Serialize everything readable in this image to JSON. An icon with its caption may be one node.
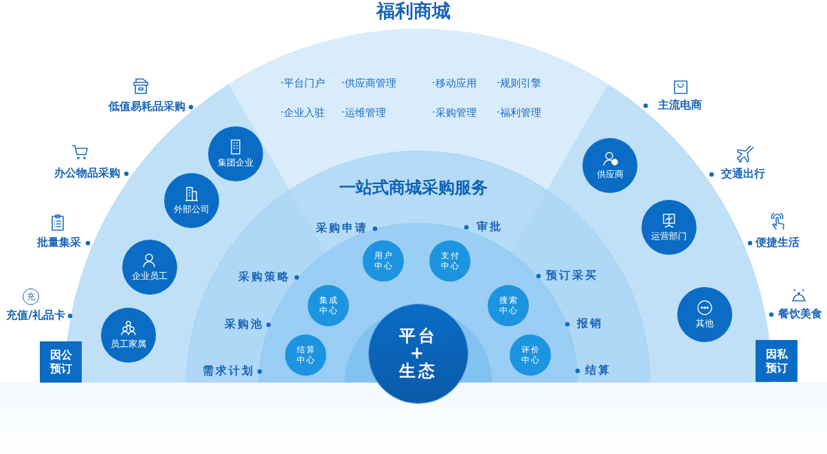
{
  "diagram": {
    "title": "福利商城",
    "nodes": [
      {
        "text": [
          "集团企业"
        ]
      },
      {
        "text": [
          "外部公司"
        ]
      },
      {
        "text": [
          "企业员工"
        ]
      },
      {
        "text": [
          "员工家属"
        ]
      },
      {
        "text": [
          "充"
        ]
      },
      {
        "text": [
          "因公预订"
        ]
      },
      {
        "text": [
          "供应商"
        ]
      },
      {
        "text": [
          "运营部门"
        ]
      },
      {
        "text": [
          "其他"
        ]
      },
      {
        "text": [
          "因私预订"
        ]
      },
      {
        "text": [
          "用户中心"
        ]
      },
      {
        "text": [
          "支付中心"
        ]
      },
      {
        "text": [
          "集成中心"
        ]
      },
      {
        "text": [
          "搜索中心"
        ]
      },
      {
        "text": [
          "结算中心"
        ]
      },
      {
        "text": [
          "评价中心"
        ]
      },
      {
        "text": [
          "平台+生态"
        ]
      }
    ],
    "labels": [
      "·平台门户",
      "·供应商管理",
      "·移动应用",
      "·规则引擎",
      "低值易耗品采购",
      "主流电商",
      "·企业入驻",
      "·运维管理",
      "·采购管理",
      "·福利管理",
      "办公物品采购",
      "交通出行",
      "一站式商城采购服务",
      "采购申请",
      "审批",
      "批量集采",
      "便捷生活",
      "采购策略",
      "预订采买",
      "充值/礼品卡",
      "采购池",
      "报销",
      "餐饮美食",
      "需求计划",
      "结算"
    ]
  }
}
